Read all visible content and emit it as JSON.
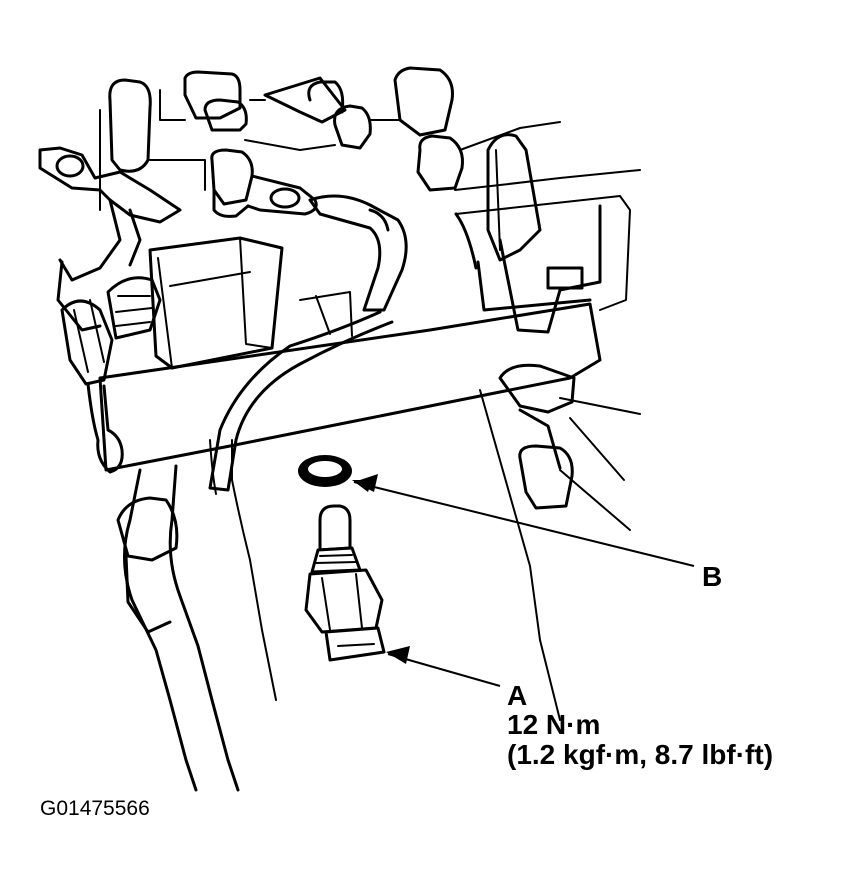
{
  "callouts": {
    "a": {
      "letter": "A",
      "torque_nm": "12 N·m",
      "torque_alt": "(1.2 kgf·m, 8.7 lbf·ft)"
    },
    "b": {
      "letter": "B"
    }
  },
  "figure_id": "G01475566"
}
